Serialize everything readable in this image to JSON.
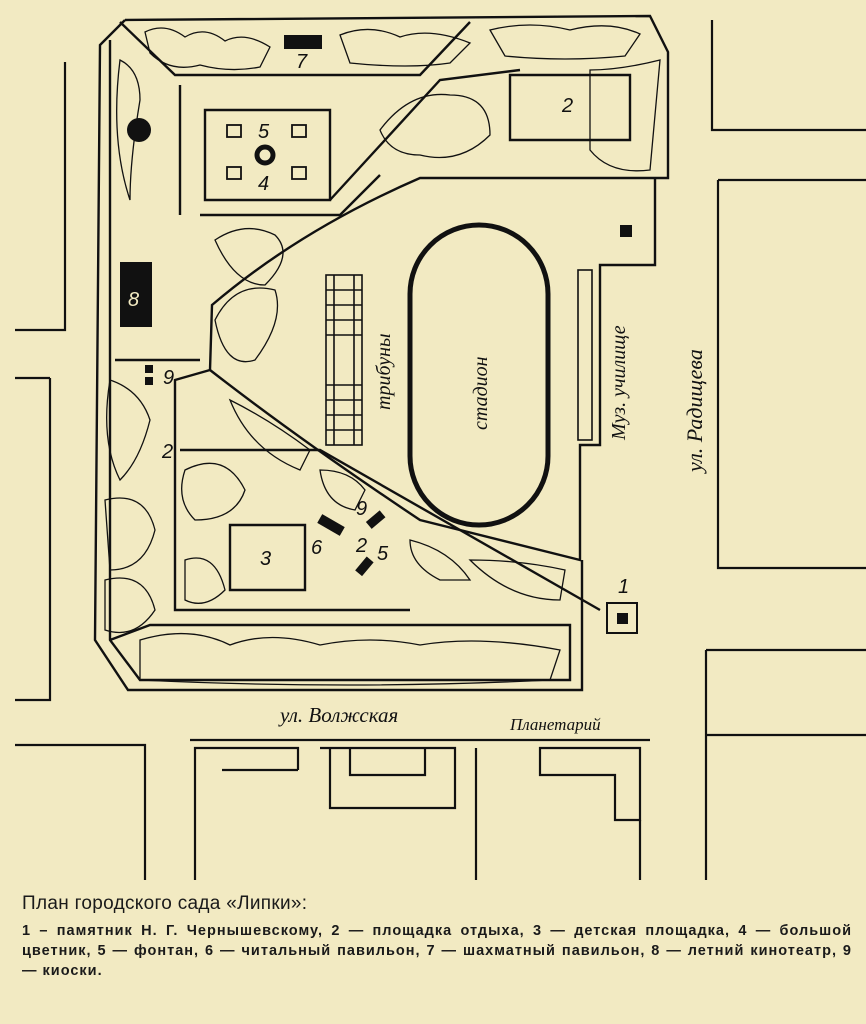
{
  "map": {
    "labels": {
      "stadium": "стадион",
      "stands": "трибуны",
      "music_school": "Муз. училище",
      "street_radishcheva": "ул. Радищева",
      "street_volzhskaya": "ул. Волжская",
      "planetarium": "Планетарий"
    },
    "markers": [
      "1",
      "2",
      "3",
      "4",
      "5",
      "6",
      "7",
      "8",
      "9"
    ],
    "ink_color": "#111111",
    "paper_color": "#f2eac2"
  },
  "caption": {
    "title": "План городского сада «Липки»:",
    "text": "1 – памятник Н. Г. Чернышевскому, 2 — площадка отдыха, 3 — детская площадка, 4 — большой цветник, 5 — фонтан, 6 — читальный павильон, 7 — шахматный павильон, 8 — летний кинотеатр, 9 — киоски."
  }
}
